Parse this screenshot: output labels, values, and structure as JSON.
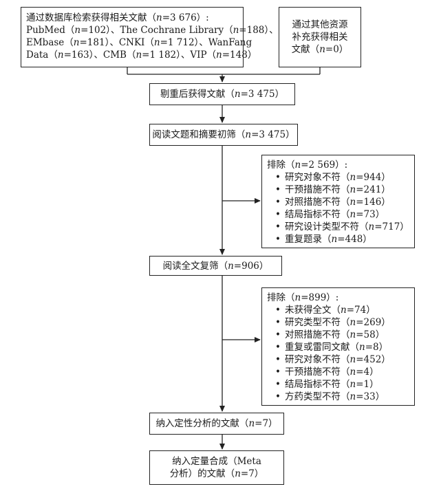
{
  "search_box": {
    "lines": [
      [
        "通过数据库检索获得相关文献（",
        "n",
        "=3 676）:"
      ],
      [
        "PubMed（",
        "n",
        "=102）、The Cochrane Library（",
        "n",
        "=188）、"
      ],
      [
        "EMbase（",
        "n",
        "=181）、CNKI（",
        "n",
        "=1 712）、WanFang"
      ],
      [
        "Data（",
        "n",
        "=163）、CMB（",
        "n",
        "=1 182）、VIP（",
        "n",
        "=148）"
      ]
    ]
  },
  "other_box": {
    "lines": [
      [
        "通过其他资源"
      ],
      [
        "补充获得相关"
      ],
      [
        "文献（",
        "n",
        "=0）"
      ]
    ]
  },
  "dedup_box": {
    "parts": [
      "剔重后获得文献（",
      "n",
      "=3 475）"
    ]
  },
  "screen_box": {
    "parts": [
      "阅读文题和摘要初筛（",
      "n",
      "=3 475）"
    ]
  },
  "exclude1": {
    "header": [
      "排除（",
      "n",
      "=2 569）:"
    ],
    "items": [
      [
        "研究对象不符（",
        "n",
        "=944）"
      ],
      [
        "干预措施不符（",
        "n",
        "=241）"
      ],
      [
        "对照措施不符（",
        "n",
        "=146）"
      ],
      [
        "结局指标不符（",
        "n",
        "=73）"
      ],
      [
        "研究设计类型不符（",
        "n",
        "=717）"
      ],
      [
        "重复题录（",
        "n",
        "=448）"
      ]
    ]
  },
  "fulltext_box": {
    "parts": [
      "阅读全文复筛（",
      "n",
      "=906）"
    ]
  },
  "exclude2": {
    "header": [
      "排除（",
      "n",
      "=899）:"
    ],
    "items": [
      [
        "未获得全文（",
        "n",
        "=74）"
      ],
      [
        "研究类型不符（",
        "n",
        "=269）"
      ],
      [
        "对照措施不符（",
        "n",
        "=58）"
      ],
      [
        "重复或雷同文献（",
        "n",
        "=8）"
      ],
      [
        "研究对象不符（",
        "n",
        "=452）"
      ],
      [
        "干预措施不符（",
        "n",
        "=4）"
      ],
      [
        "结局指标不符（",
        "n",
        "=1）"
      ],
      [
        "方药类型不符（",
        "n",
        "=33）"
      ]
    ]
  },
  "qualitative_box": {
    "parts": [
      "纳入定性分析的文献（",
      "n",
      "=7）"
    ]
  },
  "quantitative_box": {
    "lines": [
      [
        "纳入定量合成（Meta"
      ],
      [
        "分析）的文献（",
        "n",
        "=7）"
      ]
    ]
  }
}
